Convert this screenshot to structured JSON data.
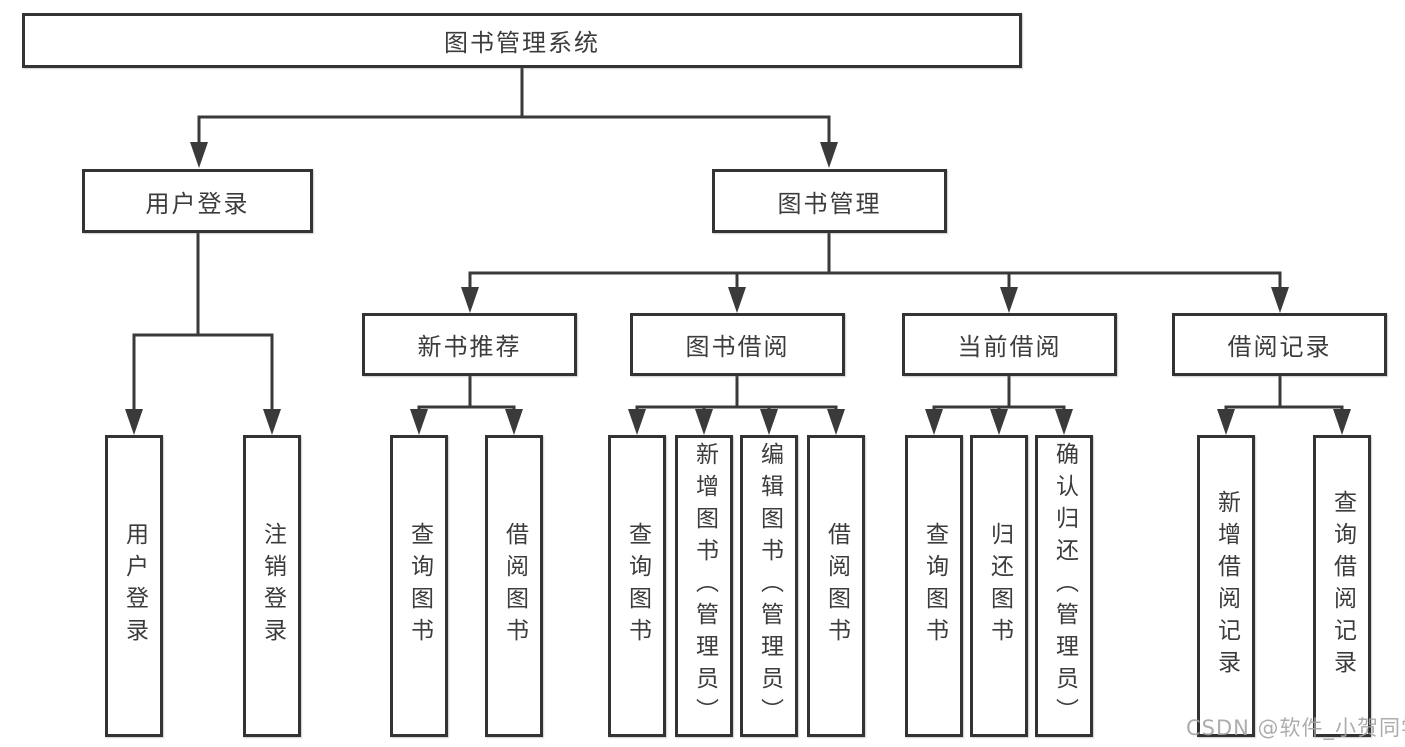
{
  "tree": {
    "root": "图书管理系统",
    "branches": [
      {
        "label": "用户登录",
        "children": [
          "用户登录",
          "注销登录"
        ]
      },
      {
        "label": "图书管理",
        "sections": [
          {
            "label": "新书推荐",
            "children": [
              "查询图书",
              "借阅图书"
            ]
          },
          {
            "label": "图书借阅",
            "children": [
              "查询图书",
              "新增图书（管理员）",
              "编辑图书（管理员）",
              "借阅图书"
            ]
          },
          {
            "label": "当前借阅",
            "children": [
              "查询图书",
              "归还图书",
              "确认归还（管理员）"
            ]
          },
          {
            "label": "借阅记录",
            "children": [
              "新增借阅记录",
              "查询借阅记录"
            ]
          }
        ]
      }
    ]
  },
  "watermark": "CSDN @软件_小贺同学",
  "colors": {
    "line": "#3a3a3a",
    "box_border": "#333333",
    "text": "#3c3c3c",
    "background": "#ffffff",
    "watermark": "#a4a4a4"
  }
}
